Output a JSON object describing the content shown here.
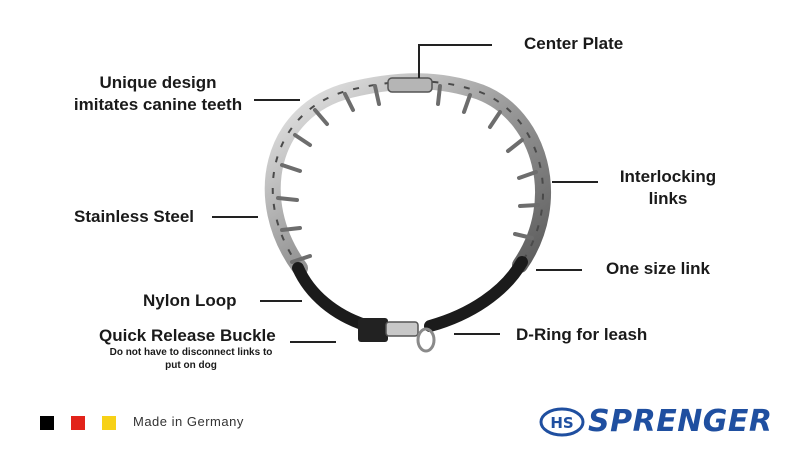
{
  "labels": {
    "center_plate": "Center Plate",
    "unique_design_line1": "Unique design",
    "unique_design_line2": "imitates canine teeth",
    "interlocking_line1": "Interlocking",
    "interlocking_line2": "links",
    "stainless_steel": "Stainless Steel",
    "one_size_link": "One size link",
    "nylon_loop": "Nylon Loop",
    "quick_release": "Quick Release Buckle",
    "quick_release_note_line1": "Do not have to disconnect links to",
    "quick_release_note_line2": "put on dog",
    "d_ring": "D-Ring for leash"
  },
  "footer": {
    "made_in": "Made in Germany",
    "flag_colors": [
      "#000000",
      "#e2231a",
      "#f7d117"
    ],
    "brand_badge": "HS",
    "brand_name": "SPRENGER",
    "brand_color": "#1f4fa0"
  }
}
